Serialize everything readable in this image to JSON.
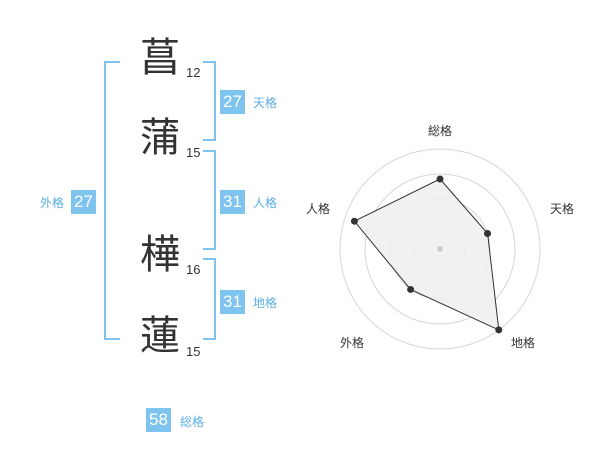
{
  "name_chars": [
    {
      "char": "菖",
      "strokes": "12"
    },
    {
      "char": "蒲",
      "strokes": "15"
    },
    {
      "char": "樺",
      "strokes": "16"
    },
    {
      "char": "蓮",
      "strokes": "15"
    }
  ],
  "fortune": {
    "tenkaku": {
      "value": "27",
      "label": "天格"
    },
    "jinkaku": {
      "value": "31",
      "label": "人格"
    },
    "chikaku": {
      "value": "31",
      "label": "地格"
    },
    "gaikaku": {
      "value": "27",
      "label": "外格"
    },
    "soukaku": {
      "value": "58",
      "label": "総格"
    }
  },
  "chart_data": {
    "type": "radar",
    "axes": [
      "総格",
      "天格",
      "地格",
      "外格",
      "人格"
    ],
    "values": [
      3.5,
      2.5,
      5,
      2.5,
      4.5
    ],
    "range": [
      0,
      5
    ],
    "rings": 4
  },
  "colors": {
    "accent": "#7ec4ee",
    "accent_text": "#5aaee3",
    "radar_fill": "#eeeeee",
    "radar_line": "#333333"
  }
}
